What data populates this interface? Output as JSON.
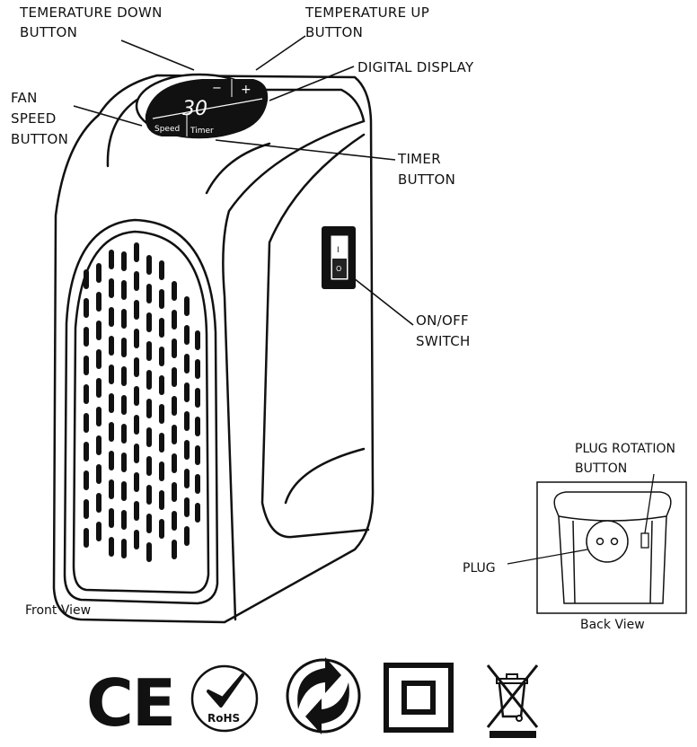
{
  "labels": {
    "temp_down_line1": "TEMERATURE DOWN",
    "temp_down_line2": "BUTTON",
    "temp_up_line1": "TEMPERATURE UP",
    "temp_up_line2": "BUTTON",
    "digital_display": "DIGITAL DISPLAY",
    "fan_line1": "FAN",
    "fan_line2": "SPEED",
    "fan_line3": "BUTTON",
    "timer_line1": "TIMER",
    "timer_line2": "BUTTON",
    "onoff_line1": "ON/OFF",
    "onoff_line2": "SWITCH",
    "plug_rot_line1": "PLUG ROTATION",
    "plug_rot_line2": "BUTTON",
    "plug": "PLUG"
  },
  "captions": {
    "front_view": "Front View",
    "back_view": "Back View"
  },
  "display": {
    "minus": "−",
    "plus": "+",
    "readout": "30",
    "speed": "Speed",
    "timer": "Timer"
  },
  "switch_marks": {
    "on": "I",
    "off": "O"
  },
  "certifications": {
    "ce": "CE",
    "rohs": "RoHS"
  }
}
